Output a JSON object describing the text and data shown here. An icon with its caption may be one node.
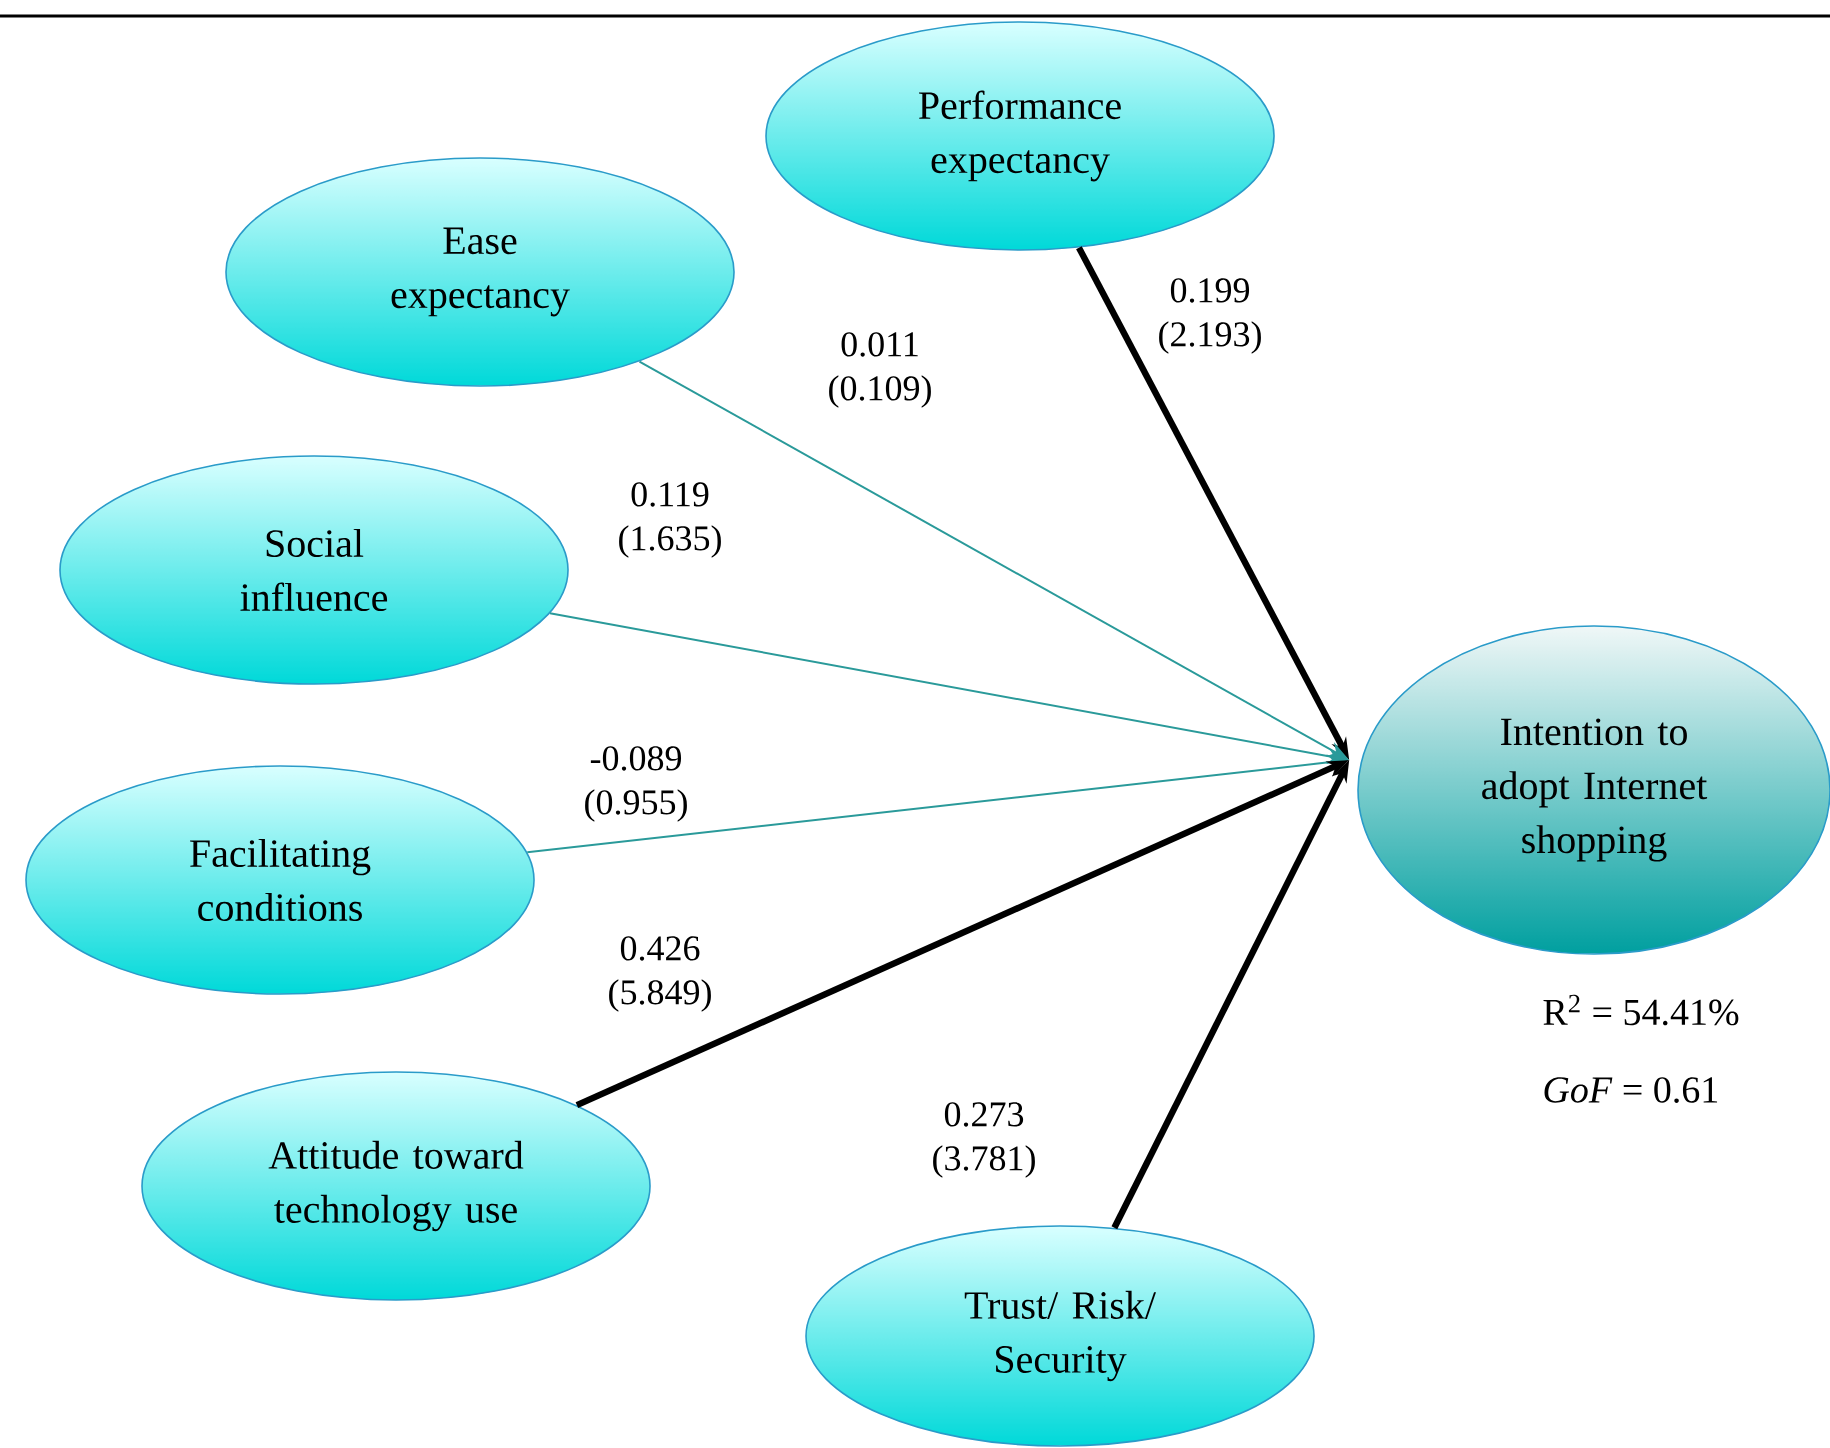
{
  "diagram": {
    "nodes": [
      {
        "text": [
          "Performance expectancy"
        ]
      },
      {
        "text": [
          "Ease expectancy"
        ]
      },
      {
        "text": [
          "Social influence"
        ]
      },
      {
        "text": [
          "Facilitating conditions"
        ]
      },
      {
        "text": [
          "Attitude toward technology use"
        ]
      },
      {
        "text": [
          "Trust/ Risk/ Security"
        ]
      },
      {
        "text": [
          "Intention to adopt Internet shopping"
        ]
      }
    ],
    "edges": [
      {
        "from": 0,
        "to": 6,
        "arrow": "to",
        "label": "0.199 (2.193)",
        "style": "thick"
      },
      {
        "from": 1,
        "to": 6,
        "arrow": "to",
        "label": "0.011 (0.109)",
        "color": "#2a9a9a"
      },
      {
        "from": 2,
        "to": 6,
        "arrow": "to",
        "label": "0.119 (1.635)",
        "color": "#2a9a9a"
      },
      {
        "from": 3,
        "to": 6,
        "arrow": "to",
        "label": "-0.089 (0.955)",
        "color": "#2a9a9a"
      },
      {
        "from": 4,
        "to": 6,
        "arrow": "to",
        "label": "0.426 (5.849)",
        "style": "thick"
      },
      {
        "from": 5,
        "to": 6,
        "arrow": "to",
        "label": "0.273 (3.781)",
        "style": "thick"
      }
    ],
    "labels": [
      "R$^{2}$ = 54.41%",
      "*GoF* = 0.61"
    ]
  }
}
